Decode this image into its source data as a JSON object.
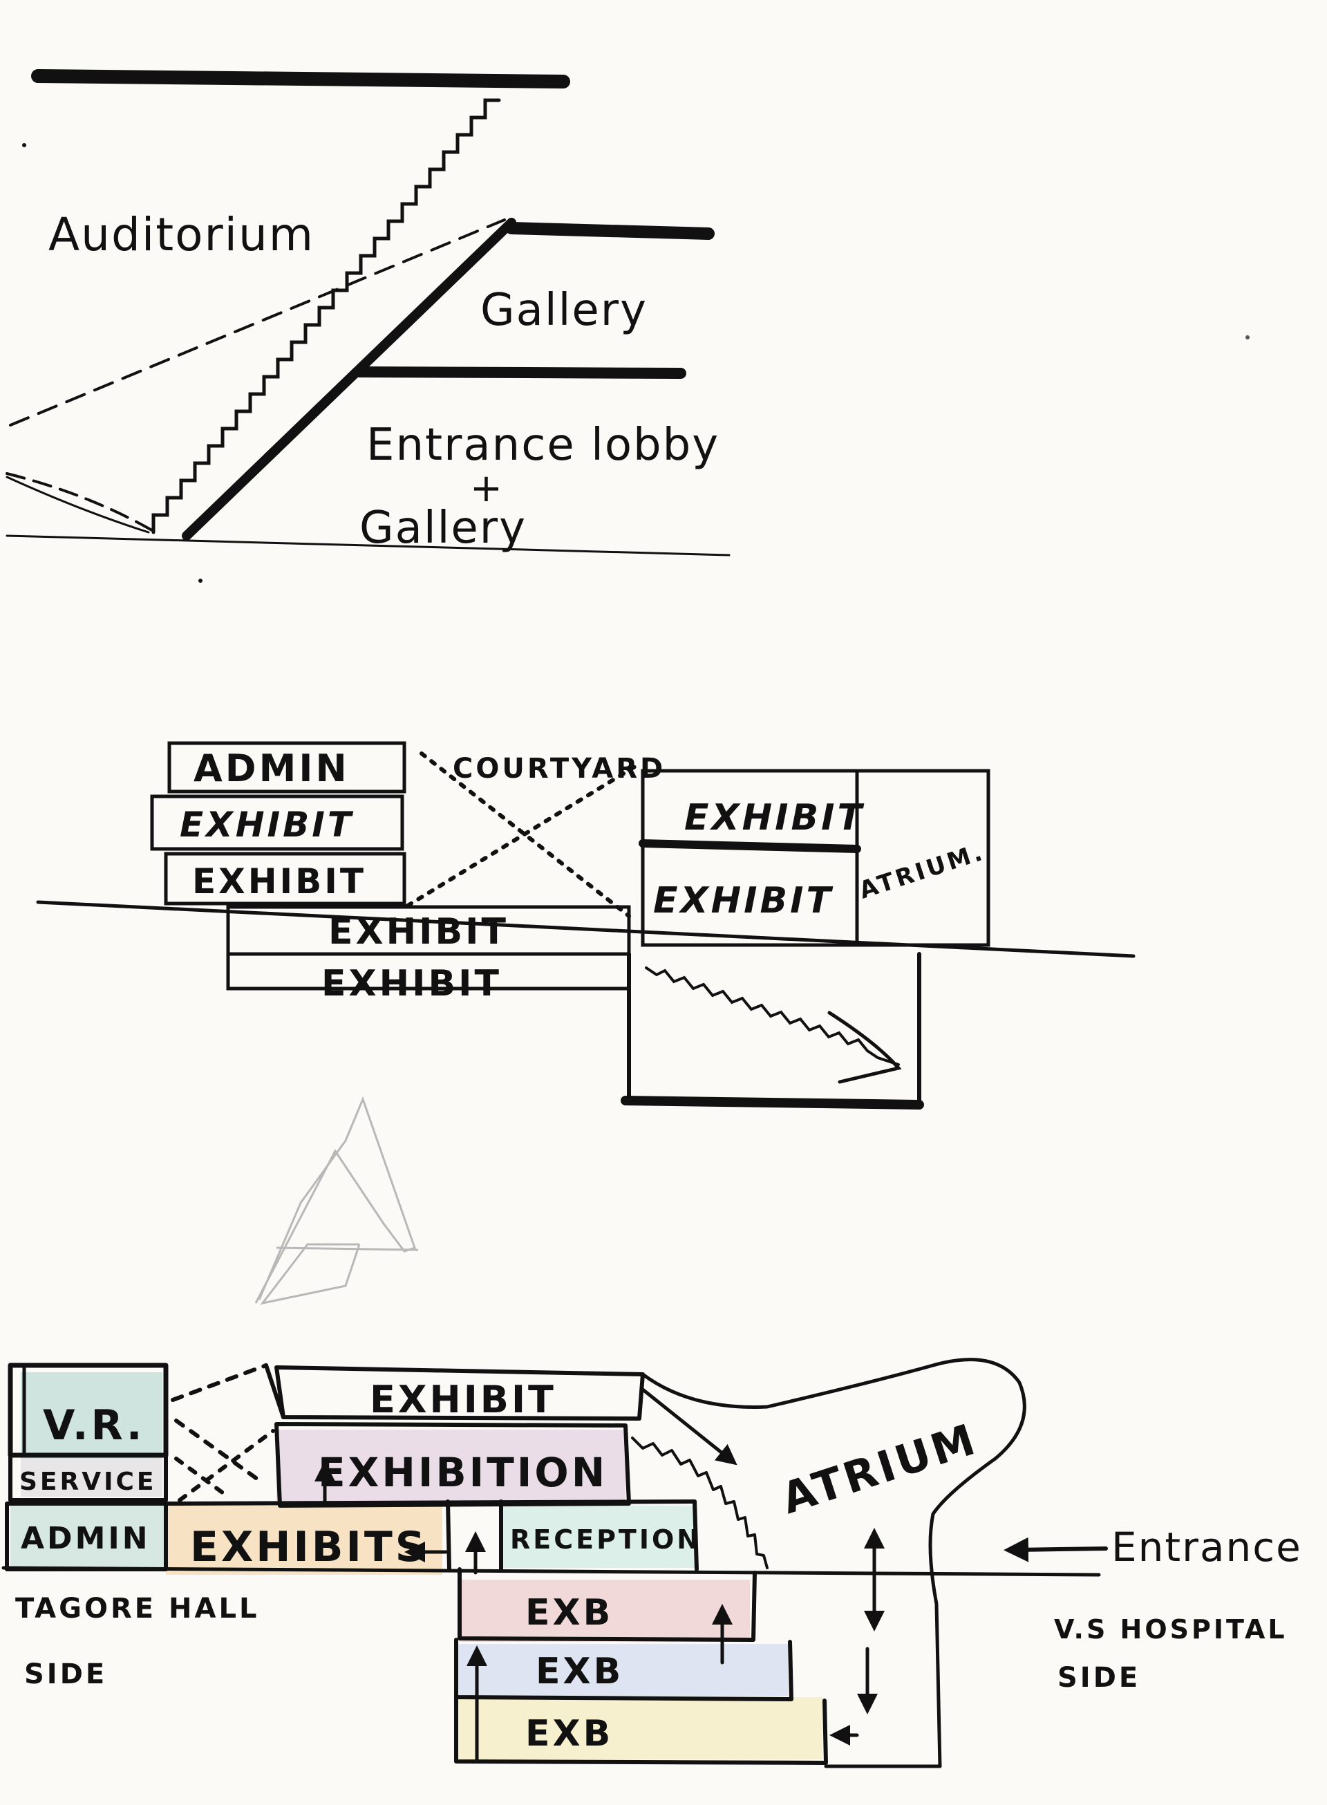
{
  "section1": {
    "auditorium": "Auditorium",
    "gallery": "Gallery",
    "entrance_lobby": "Entrance lobby",
    "plus": "+",
    "gallery2": "Gallery"
  },
  "section2": {
    "admin": "ADMIN",
    "exhibit_1": "EXHIBIT",
    "exhibit_2": "EXHIBIT",
    "courtyard": "COURTYARD",
    "exhibit_right_top": "EXHIBIT",
    "exhibit_right_bottom": "EXHIBIT",
    "atrium": "ATRIUM.",
    "exhibit_lower_1": "EXHIBIT",
    "exhibit_lower_2": "EXHIBIT"
  },
  "section3": {
    "vr": "V.R.",
    "service": "SERVICE",
    "admin": "ADMIN",
    "exhibit": "EXHIBIT",
    "exhibition": "EXHIBITION",
    "exhibits": "EXHIBITS",
    "reception": "RECEPTION",
    "atrium": "ATRIUM",
    "entrance": "Entrance",
    "tagore_hall": "TAGORE HALL",
    "side_left": "SIDE",
    "vs_hospital": "V.S HOSPITAL",
    "side_right": "SIDE",
    "exb_1": "EXB",
    "exb_2": "EXB",
    "exb_3": "EXB"
  },
  "colors": {
    "ink": "#111111",
    "paper": "#fbfaf6",
    "pencil": "#b8b8b8",
    "teal_wash": "#cfe3df",
    "orange_wash": "#f7e3c4",
    "pink_wash": "#f1d9d9",
    "blue_wash": "#dfe4f2",
    "green_wash": "#e6efd5",
    "yellow_wash": "#f6f0cf",
    "lilac_wash": "#ebdde8",
    "gray_wash": "#e8e6e6"
  }
}
